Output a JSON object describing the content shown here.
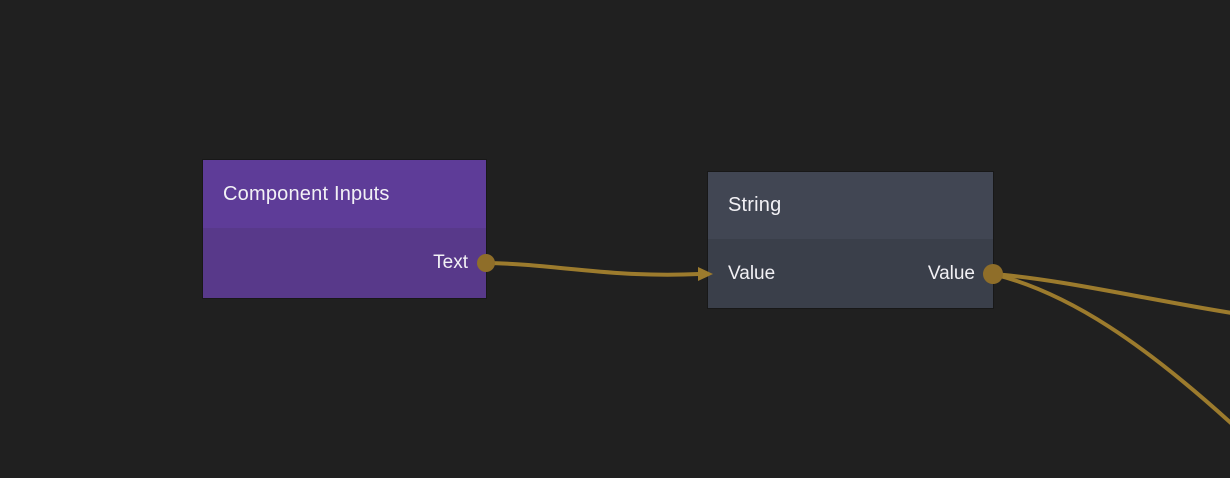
{
  "editor": {
    "background_color": "#202020",
    "kind": "node-graph-editor"
  },
  "colors": {
    "wire": "#9c7b2d",
    "port_dot": "#8f6e29",
    "component_inputs_header": "#5e3c98",
    "component_inputs_body": "#58398a",
    "string_header": "#414653",
    "string_body": "#3a3f4a",
    "text": "#f2f1f5"
  },
  "nodes": [
    {
      "title": "Component Inputs",
      "outputs": [
        {
          "label": "Text"
        }
      ]
    },
    {
      "title": "String",
      "inputs": [
        {
          "label": "Value"
        }
      ],
      "outputs": [
        {
          "label": "Value"
        }
      ]
    }
  ],
  "edges": [
    {
      "from_node": "Component Inputs",
      "from_port": "Text",
      "to_node": "String",
      "to_port": "Value"
    },
    {
      "from_node": "String",
      "from_port": "Value",
      "to_node": "(offscreen right)",
      "to_port": ""
    },
    {
      "from_node": "String",
      "from_port": "Value",
      "to_node": "(offscreen bottom-right)",
      "to_port": ""
    }
  ]
}
